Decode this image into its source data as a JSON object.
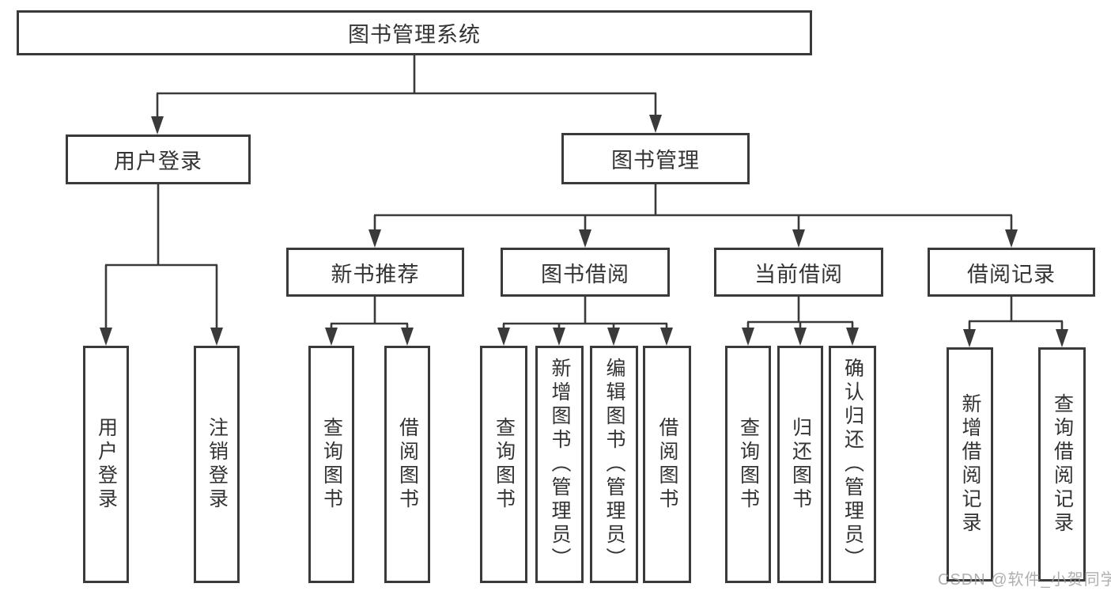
{
  "diagram": {
    "root": {
      "label": "图书管理系统"
    },
    "branches": [
      {
        "label": "用户登录",
        "children": [
          {
            "label": "用户登录"
          },
          {
            "label": "注销登录"
          }
        ]
      },
      {
        "label": "图书管理",
        "children": [
          {
            "label": "新书推荐",
            "children": [
              {
                "label": "查询图书"
              },
              {
                "label": "借阅图书"
              }
            ]
          },
          {
            "label": "图书借阅",
            "children": [
              {
                "label": "查询图书"
              },
              {
                "label": "新增图书（管理员）"
              },
              {
                "label": "编辑图书（管理员）"
              },
              {
                "label": "借阅图书"
              }
            ]
          },
          {
            "label": "当前借阅",
            "children": [
              {
                "label": "查询图书"
              },
              {
                "label": "归还图书"
              },
              {
                "label": "确认归还（管理员）"
              }
            ]
          },
          {
            "label": "借阅记录",
            "children": [
              {
                "label": "新增借阅记录"
              },
              {
                "label": "查询借阅记录"
              }
            ]
          }
        ]
      }
    ]
  },
  "watermark": {
    "text": "CSDN @软件_小贺同学"
  },
  "colors": {
    "line": "#3a3a3a",
    "box_border": "#3a3a3a",
    "text": "#333333",
    "watermark": "#9e9e9e",
    "background": "#ffffff"
  }
}
